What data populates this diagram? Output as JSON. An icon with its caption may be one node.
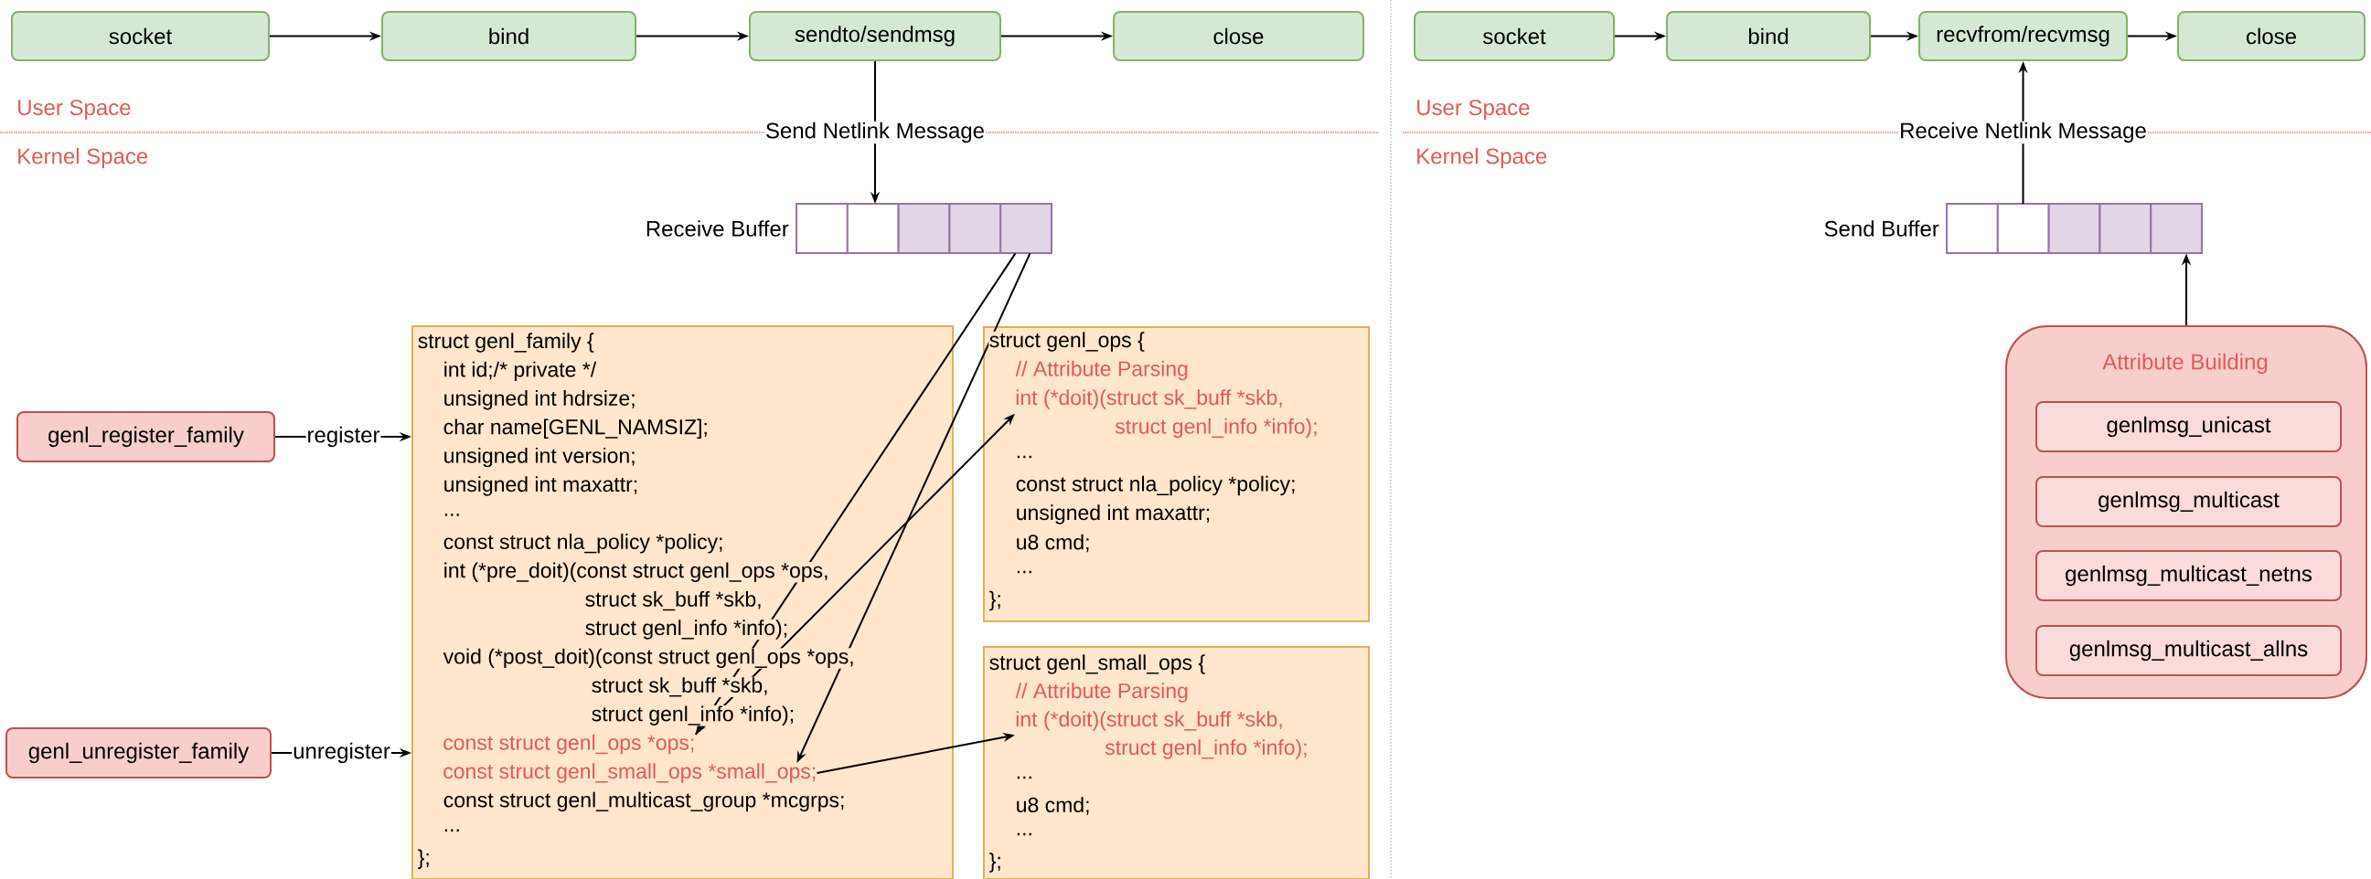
{
  "diagram": {
    "nodes": [
      {
        "text": [
          "socket"
        ]
      },
      {
        "text": [
          "bind"
        ]
      },
      {
        "text": [
          "sendto/sendmsg"
        ]
      },
      {
        "text": [
          "close"
        ]
      },
      {
        "text": [
          "socket"
        ]
      },
      {
        "text": [
          "bind"
        ]
      },
      {
        "text": [
          "recvfrom/recvmsg"
        ]
      },
      {
        "text": [
          "close"
        ]
      },
      {
        "text": [
          "Receive Buffer"
        ]
      },
      {
        "text": [
          "Send Buffer"
        ]
      },
      {
        "text": [
          "genl_register_family"
        ]
      },
      {
        "text": [
          "genl_unregister_family"
        ]
      },
      {
        "text": [
          "struct genl_family {",
          "int id;/* private */",
          "unsigned int hdrsize;",
          "char name[GENL_NAMSIZ];",
          "unsigned int version;",
          "unsigned int maxattr;",
          "...",
          "const struct nla_policy *policy;",
          "int (*pre_doit)(const struct genl_ops *ops,",
          "struct sk_buff *skb,",
          "struct genl_info *info);",
          "void (*post_doit)(const struct genl_ops *ops,",
          "struct sk_buff *skb,",
          "struct genl_info *info);",
          "const struct genl_multicast_group *mcgrps;",
          "...",
          "};"
        ]
      },
      {
        "text": [
          "const struct genl_ops *ops;"
        ],
        "in": 12
      },
      {
        "text": [
          "const struct genl_small_ops *small_ops;"
        ],
        "in": 12
      },
      {
        "text": [
          "struct genl_ops {",
          "// Attribute Parsing",
          "...",
          "const struct nla_policy *policy;",
          "unsigned int maxattr;",
          "u8 cmd;",
          "...",
          "};"
        ]
      },
      {
        "text": [
          "int (*doit)(struct sk_buff *skb,",
          "struct genl_info *info);"
        ],
        "in": 15
      },
      {
        "text": [
          "struct genl_small_ops {",
          "// Attribute Parsing",
          "...",
          "u8 cmd;",
          "...",
          "};"
        ]
      },
      {
        "text": [
          "int (*doit)(struct sk_buff *skb,",
          "struct genl_info *info);"
        ],
        "in": 17
      },
      {
        "text": [
          "Attribute Building"
        ]
      },
      {
        "text": [
          "genlmsg_unicast"
        ],
        "in": 19
      },
      {
        "text": [
          "genlmsg_multicast"
        ],
        "in": 19
      },
      {
        "text": [
          "genlmsg_multicast_netns"
        ],
        "in": 19
      },
      {
        "text": [
          "genlmsg_multicast_allns"
        ],
        "in": 19
      }
    ],
    "edges": [
      {
        "from": 0,
        "to": 1,
        "arrow": "to"
      },
      {
        "from": 1,
        "to": 2,
        "arrow": "to"
      },
      {
        "from": 2,
        "to": 3,
        "arrow": "to"
      },
      {
        "from": 2,
        "to": 8,
        "arrow": "to",
        "label": "Send Netlink Message"
      },
      {
        "from": 4,
        "to": 5,
        "arrow": "to"
      },
      {
        "from": 5,
        "to": 6,
        "arrow": "to"
      },
      {
        "from": 6,
        "to": 7,
        "arrow": "to"
      },
      {
        "from": 9,
        "to": 6,
        "arrow": "to",
        "label": "Receive Netlink Message"
      },
      {
        "from": 19,
        "to": 9,
        "arrow": "to"
      },
      {
        "from": 10,
        "to": 12,
        "arrow": "to",
        "label": "register"
      },
      {
        "from": 11,
        "to": 12,
        "arrow": "to",
        "label": "unregister"
      },
      {
        "from": 8,
        "to": 13,
        "arrow": "to"
      },
      {
        "from": 8,
        "to": 14,
        "arrow": "to"
      },
      {
        "from": 13,
        "to": 16,
        "arrow": "to"
      },
      {
        "from": 14,
        "to": 18,
        "arrow": "to"
      }
    ],
    "labels": [
      "User Space",
      "Kernel Space",
      "User Space",
      "Kernel Space"
    ]
  }
}
